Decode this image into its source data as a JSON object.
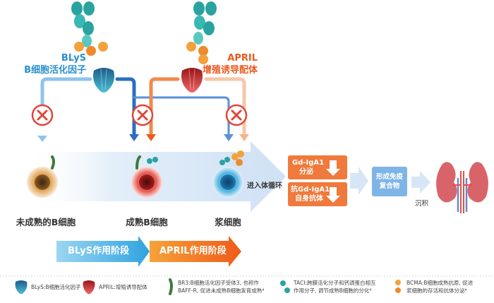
{
  "ligands": {
    "blys": {
      "line1": "BLyS",
      "line2": "B细胞活化因子",
      "color": "#2a8fcf"
    },
    "april": {
      "line1": "APRIL",
      "line2": "增殖诱导配体",
      "color": "#ec5a20"
    }
  },
  "cells": [
    {
      "label": "未成熟的B细胞"
    },
    {
      "label": "成熟B细胞"
    },
    {
      "label": "浆细胞"
    }
  ],
  "flow": {
    "circulation": "进入体循环",
    "box1_line1": "Gd-IgA1",
    "box1_line2": "分泌",
    "box2_line1": "抗Gd-IgA1",
    "box2_line2": "自身抗体",
    "box3_line1": "形成免疫",
    "box3_line2": "复合物",
    "deposit": "沉积"
  },
  "stages": {
    "blys": "BLyS作用阶段",
    "april": "APRIL作用阶段"
  },
  "legend": {
    "blys": "BLyS:B细胞活化因子",
    "april": "APRIL:增殖诱导配体",
    "br3_line1": "BR3:B细胞活化因子受体3, 也称作",
    "br3_line2": "BAFF-R, 促进未成熟B细胞发育成熟⁴",
    "taci_line1": "TACI:跨膜活化分子和钙调蛋白相互",
    "taci_line2": "作用分子, 调节成熟B细胞的分化⁴",
    "bcma_line1": "BCMA:B细胞成熟抗原, 促进",
    "bcma_line2": "浆细胞的存活和抗体分泌⁴"
  },
  "colors": {
    "blue": "#2a8fcf",
    "orange": "#ec5a20",
    "inhibit_red": "#e0463a",
    "teal": "#2aa3a0",
    "box_orange": "#ef7a3c",
    "box_lightblue": "#7fb5e6"
  }
}
